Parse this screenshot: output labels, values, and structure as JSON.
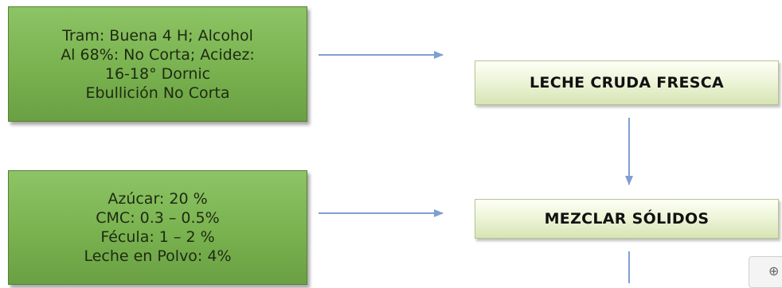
{
  "inputs": [
    {
      "lines": [
        "Tram: Buena 4 H; Alcohol",
        "Al 68%: No Corta; Acidez:",
        "16-18° Dornic",
        "Ebullición No Corta"
      ]
    },
    {
      "lines": [
        "Azúcar: 20 %",
        "CMC: 0.3 – 0.5%",
        "Fécula: 1 – 2 %",
        "Leche en Polvo: 4%"
      ]
    }
  ],
  "steps": [
    {
      "label": "LECHE CRUDA FRESCA"
    },
    {
      "label": "MEZCLAR SÓLIDOS"
    }
  ],
  "colors": {
    "input_box": "#79b24f",
    "step_box": "#eef5da",
    "arrow": "#7f9ed4"
  },
  "icons": {
    "zoom": "zoom-in-icon"
  }
}
